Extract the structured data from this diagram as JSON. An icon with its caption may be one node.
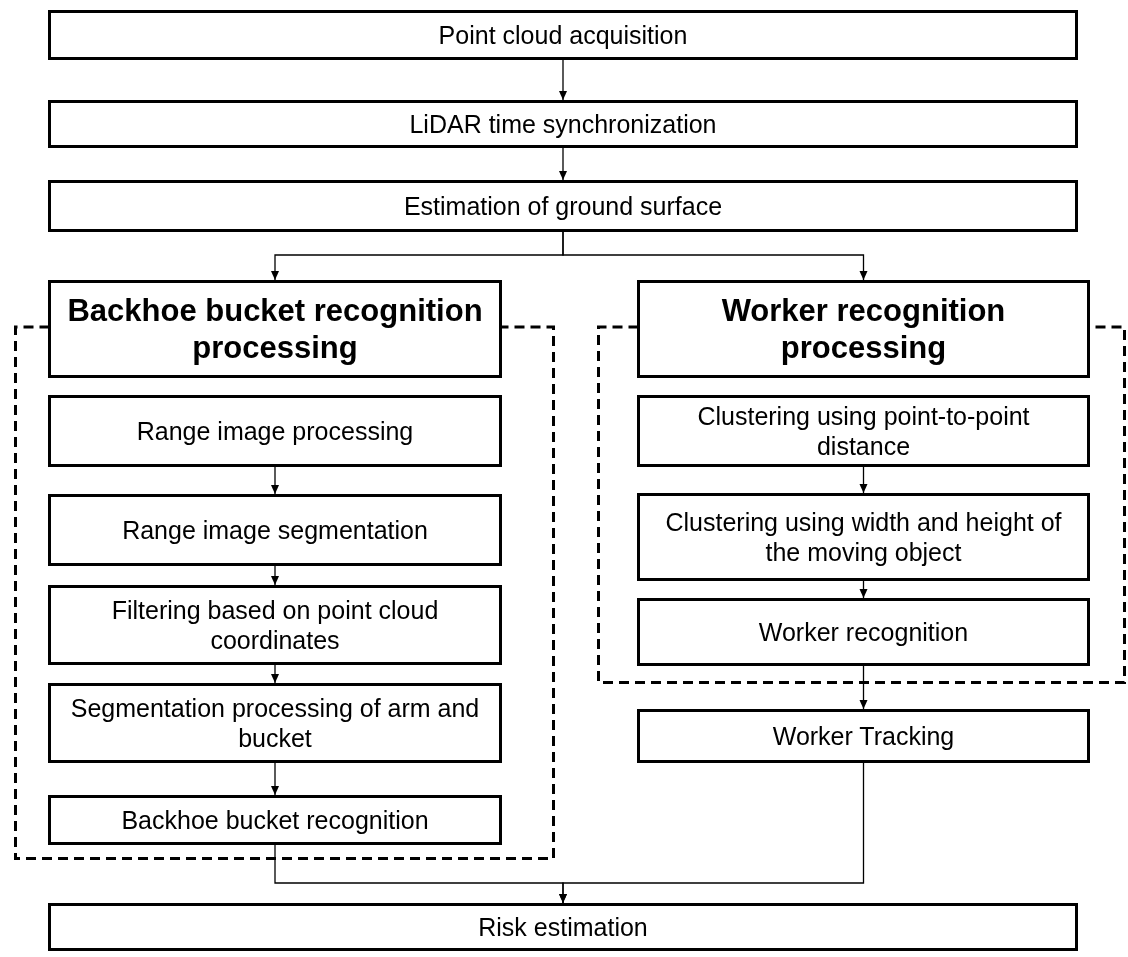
{
  "diagram": {
    "nodes": [
      {
        "text": [
          "Point cloud acquisition"
        ]
      },
      {
        "text": [
          "LiDAR time synchronization"
        ]
      },
      {
        "text": [
          "Estimation of ground surface"
        ]
      },
      {
        "text": [],
        "shape": "box"
      },
      {
        "text": [
          "Backhoe bucket recognition processing"
        ],
        "in": 3
      },
      {
        "text": [
          "Range image processing"
        ],
        "in": 3
      },
      {
        "text": [
          "Range image segmentation"
        ],
        "in": 3
      },
      {
        "text": [
          "Filtering based on point cloud coordinates"
        ],
        "in": 3
      },
      {
        "text": [
          "Segmentation processing of arm and bucket"
        ],
        "in": 3
      },
      {
        "text": [
          "Backhoe bucket recognition"
        ],
        "in": 3
      },
      {
        "text": [],
        "shape": "box"
      },
      {
        "text": [
          "Worker recognition processing"
        ],
        "in": 10
      },
      {
        "text": [
          "Clustering using point-to-point distance"
        ],
        "in": 10
      },
      {
        "text": [
          "Clustering using width and height of the moving object"
        ],
        "in": 10
      },
      {
        "text": [
          "Worker recognition"
        ],
        "in": 10
      },
      {
        "text": [
          "Worker Tracking"
        ]
      },
      {
        "text": [
          "Risk estimation"
        ]
      }
    ],
    "edges": [
      {
        "from": 0,
        "to": 1,
        "arrow": "to"
      },
      {
        "from": 1,
        "to": 2,
        "arrow": "to"
      },
      {
        "from": 2,
        "to": 4,
        "arrow": "to"
      },
      {
        "from": 2,
        "to": 11,
        "arrow": "to"
      },
      {
        "from": 5,
        "to": 6,
        "arrow": "to"
      },
      {
        "from": 6,
        "to": 7,
        "arrow": "to"
      },
      {
        "from": 7,
        "to": 8,
        "arrow": "to"
      },
      {
        "from": 8,
        "to": 9,
        "arrow": "to"
      },
      {
        "from": 12,
        "to": 13,
        "arrow": "to"
      },
      {
        "from": 13,
        "to": 14,
        "arrow": "to"
      },
      {
        "from": 14,
        "to": 15,
        "arrow": "to"
      },
      {
        "from": 9,
        "to": 16,
        "arrow": "to"
      },
      {
        "from": 15,
        "to": 16,
        "arrow": "to"
      }
    ]
  }
}
